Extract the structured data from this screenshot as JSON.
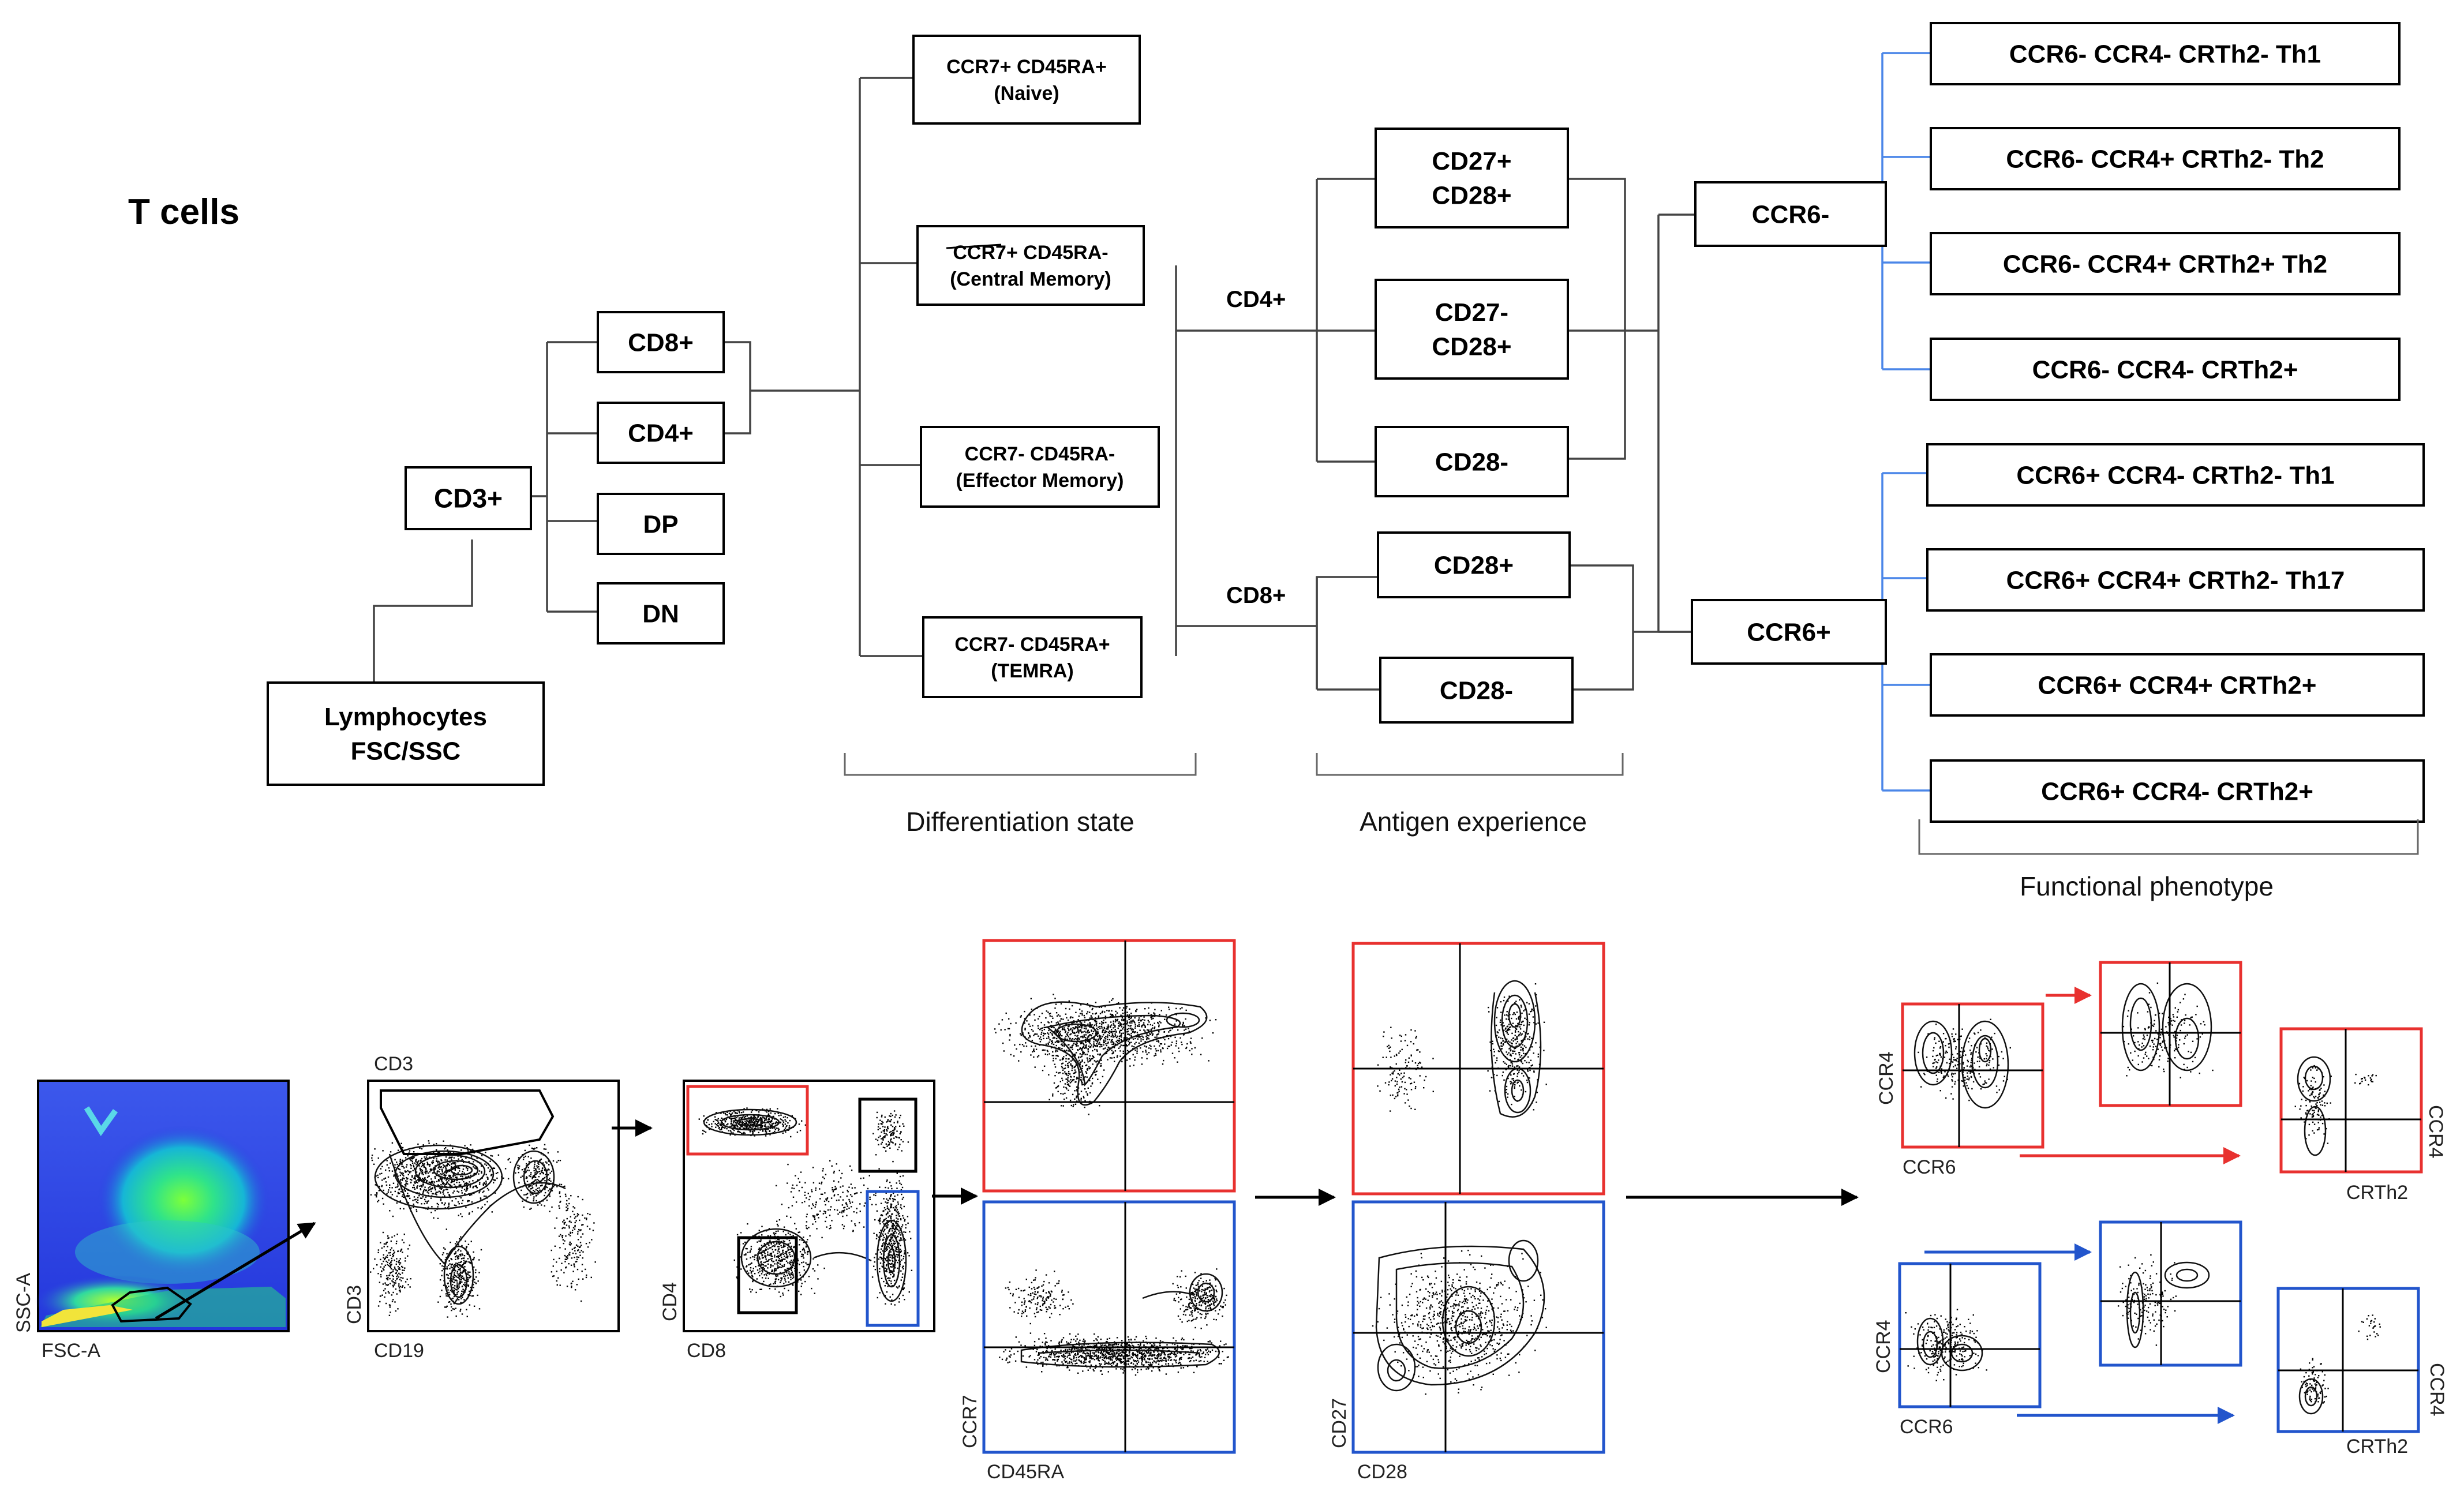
{
  "title": "T cells",
  "nodes": {
    "lymph": [
      "Lymphocytes",
      "FSC/SSC"
    ],
    "cd3": [
      "CD3+"
    ],
    "cd8": [
      "CD8+"
    ],
    "cd4": [
      "CD4+"
    ],
    "dp": [
      "DP"
    ],
    "dn": [
      "DN"
    ],
    "naive": [
      "CCR7+ CD45RA+",
      "(Naive)"
    ],
    "cm": [
      "CCR7+ CD45RA-",
      "(Central Memory)"
    ],
    "em": [
      "CCR7- CD45RA-",
      "(Effector Memory)"
    ],
    "temra": [
      "CCR7- CD45RA+",
      "(TEMRA)"
    ],
    "cd27cd28": [
      "CD27+",
      "CD28+"
    ],
    "cd27ncd28": [
      "CD27-",
      "CD28+"
    ],
    "cd28n_a": [
      "CD28-"
    ],
    "cd28p_b": [
      "CD28+"
    ],
    "cd28n_b": [
      "CD28-"
    ],
    "ccr6n": [
      "CCR6-"
    ],
    "ccr6p": [
      "CCR6+"
    ],
    "f1": [
      "CCR6- CCR4- CRTh2- Th1"
    ],
    "f2": [
      "CCR6- CCR4+ CRTh2- Th2"
    ],
    "f3": [
      "CCR6- CCR4+ CRTh2+ Th2"
    ],
    "f4": [
      "CCR6- CCR4- CRTh2+"
    ],
    "f5": [
      "CCR6+ CCR4- CRTh2- Th1"
    ],
    "f6": [
      "CCR6+ CCR4+ CRTh2- Th17"
    ],
    "f7": [
      "CCR6+ CCR4+ CRTh2+"
    ],
    "f8": [
      "CCR6+ CCR4- CRTh2+"
    ]
  },
  "branch_labels": {
    "cd4": "CD4+",
    "cd8": "CD8+"
  },
  "stage_labels": {
    "differentiation": "Differentiation state",
    "antigen": "Antigen experience",
    "functional": "Functional phenotype"
  },
  "axes": {
    "p1": {
      "x": "FSC-A",
      "y": "SSC-A"
    },
    "p2": {
      "x": "CD19",
      "y": "CD3",
      "gate": "CD3"
    },
    "p3": {
      "x": "CD8",
      "y": "CD4"
    },
    "p4": {
      "x": "CD45RA",
      "y": "CCR7"
    },
    "p5": {
      "x": "CD28",
      "y": "CD27"
    },
    "p6a": {
      "x": "CCR6",
      "y": "CCR4"
    },
    "p6b": {
      "x": "CRTh2",
      "y": "CCR4"
    },
    "p7a": {
      "x": "CCR6",
      "y": "CCR4"
    },
    "p7b": {
      "x": "CRTh2",
      "y": "CCR4"
    }
  },
  "colors": {
    "red": "#e8312f",
    "blue": "#2255cc",
    "connector_blue": "#4a86e8"
  },
  "icons": [
    "arrow-right-icon",
    "density-plot-icon",
    "contour-plot-icon"
  ]
}
